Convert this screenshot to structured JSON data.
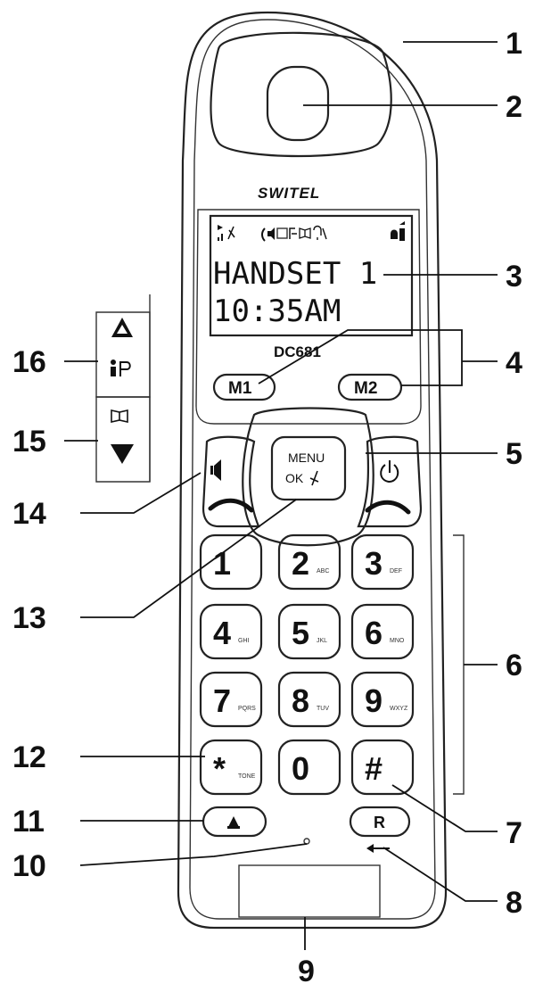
{
  "brand": "SWITEL",
  "model": "DC681",
  "display": {
    "line1": "HANDSET 1",
    "line2": "10:35AM",
    "status_icons": [
      "signal-icon",
      "mute-icon",
      "speaker-icon",
      "envelope-icon",
      "key-icon",
      "phonebook-icon",
      "alarm-icon",
      "battery-icon"
    ]
  },
  "soft_keys": {
    "left": "M1",
    "right": "M2"
  },
  "nav_keys": {
    "menu_line1": "MENU",
    "menu_line2": "OK"
  },
  "keypad": [
    {
      "digit": "1",
      "letters": ""
    },
    {
      "digit": "2",
      "letters": "ABC"
    },
    {
      "digit": "3",
      "letters": "DEF"
    },
    {
      "digit": "4",
      "letters": "GHI"
    },
    {
      "digit": "5",
      "letters": "JKL"
    },
    {
      "digit": "6",
      "letters": "MNO"
    },
    {
      "digit": "7",
      "letters": "PQRS"
    },
    {
      "digit": "8",
      "letters": "TUV"
    },
    {
      "digit": "9",
      "letters": "WXYZ"
    },
    {
      "digit": "*",
      "letters": "TONE"
    },
    {
      "digit": "0",
      "letters": ""
    },
    {
      "digit": "#",
      "letters": ""
    }
  ],
  "recall_key": "R",
  "callouts": [
    "1",
    "2",
    "3",
    "4",
    "5",
    "6",
    "7",
    "8",
    "9",
    "10",
    "11",
    "12",
    "13",
    "14",
    "15",
    "16"
  ]
}
